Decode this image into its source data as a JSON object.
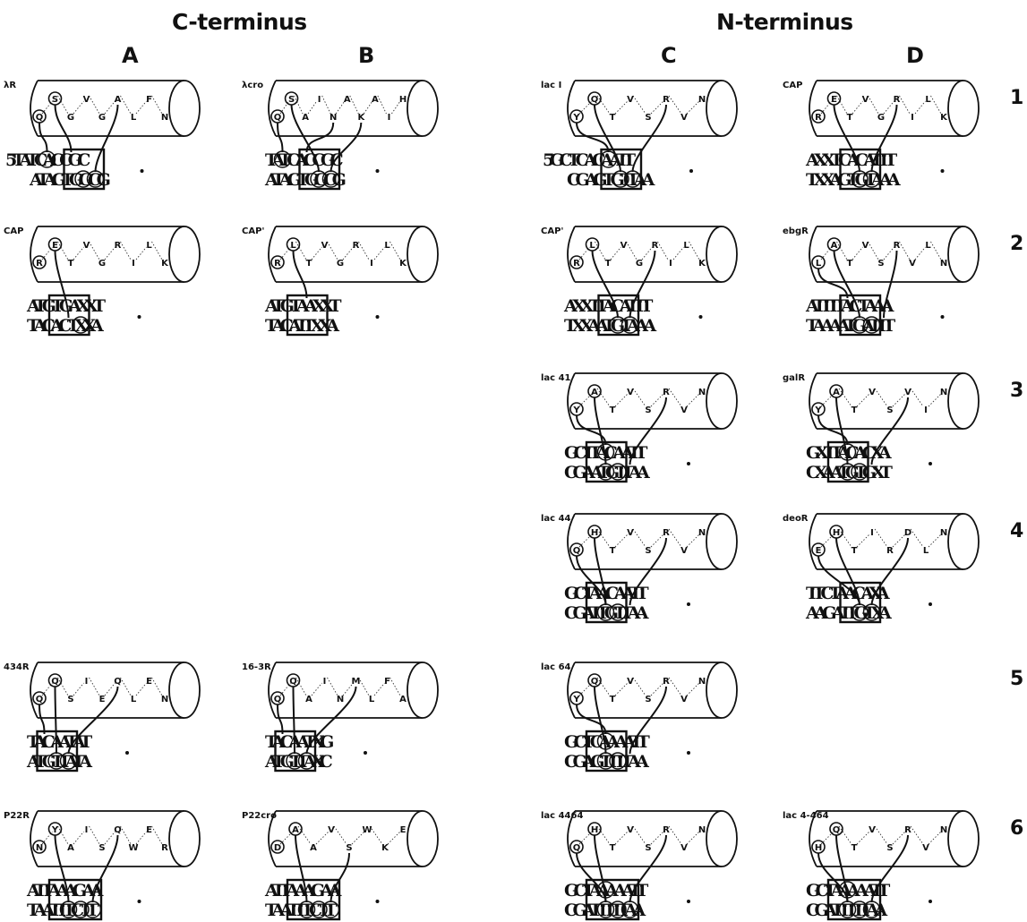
{
  "titles": {
    "c_terminus": "C-terminus",
    "n_terminus": "N-terminus"
  },
  "columns": [
    "A",
    "B",
    "C",
    "D"
  ],
  "rows": [
    "1",
    "2",
    "3",
    "4",
    "5",
    "6"
  ],
  "panels": [
    {
      "id": "lambdaR",
      "label": "λR",
      "col": 0,
      "row": 0,
      "five_prime": true,
      "residues": [
        "Q",
        "S",
        "G",
        "V",
        "G",
        "A",
        "L",
        "F",
        "N"
      ],
      "top": "5'TATCACCGC",
      "bottom": "ATAGTGGCG",
      "box": [
        3,
        6
      ],
      "top_circles": [
        1
      ],
      "bottom_circles": [
        4,
        5
      ],
      "contacts": [
        [
          0,
          "top",
          1
        ],
        [
          1,
          "top",
          3
        ],
        [
          5,
          "bottom",
          5
        ]
      ]
    },
    {
      "id": "lambdacro",
      "label": "λcro",
      "col": 1,
      "row": 0,
      "five_prime": false,
      "residues": [
        "Q",
        "S",
        "A",
        "I",
        "N",
        "A",
        "K",
        "A",
        "I",
        "H"
      ],
      "top": "TATCACCGC",
      "bottom": "ATAGTGGCG",
      "box": [
        3,
        6
      ],
      "top_circles": [
        1
      ],
      "bottom_circles": [
        4,
        5
      ],
      "contacts": [
        [
          0,
          "top",
          1
        ],
        [
          1,
          "bottom",
          4
        ],
        [
          6,
          "bottom",
          5
        ],
        [
          4,
          "top",
          3
        ]
      ]
    },
    {
      "id": "lacI",
      "label": "lac I",
      "col": 2,
      "row": 0,
      "five_prime": true,
      "residues": [
        "Y",
        "Q",
        "T",
        "V",
        "S",
        "R",
        "V",
        "N"
      ],
      "top": "5'GCTCACAATT",
      "bottom": "CGAGTGTTAA",
      "box": [
        3,
        6
      ],
      "top_circles": [
        3
      ],
      "bottom_circles": [
        4,
        5
      ],
      "contacts": [
        [
          0,
          "top",
          3
        ],
        [
          1,
          "bottom",
          4
        ],
        [
          5,
          "bottom",
          5
        ]
      ]
    },
    {
      "id": "capD1",
      "label": "CAP",
      "col": 3,
      "row": 0,
      "five_prime": false,
      "residues": [
        "R",
        "E",
        "T",
        "V",
        "G",
        "R",
        "I",
        "L",
        "K"
      ],
      "top": "AXXTCACATTT",
      "bottom": "TXXAGTGTAAA",
      "box": [
        3,
        6
      ],
      "top_circles": [],
      "bottom_circles": [
        4,
        5
      ],
      "contacts": [
        [
          1,
          "bottom",
          4
        ],
        [
          5,
          "bottom",
          5
        ]
      ]
    },
    {
      "id": "capA2",
      "label": "CAP",
      "col": 0,
      "row": 1,
      "five_prime": false,
      "residues": [
        "R",
        "E",
        "T",
        "V",
        "G",
        "R",
        "I",
        "L",
        "K"
      ],
      "top": "ATGTGAXXT",
      "bottom": "TACACTXXA",
      "box": [
        2,
        5
      ],
      "top_circles": [],
      "bottom_circles": [
        4
      ],
      "contacts": [
        [
          1,
          "bottom",
          3
        ]
      ]
    },
    {
      "id": "capPrimeB2",
      "label": "CAP'",
      "col": 1,
      "row": 1,
      "five_prime": false,
      "residues": [
        "R",
        "L",
        "T",
        "V",
        "G",
        "R",
        "I",
        "L",
        "K"
      ],
      "top": "ATGTAAXXT",
      "bottom": "TACATTXXA",
      "box": [
        2,
        5
      ],
      "top_circles": [],
      "bottom_circles": [],
      "contacts": [
        [
          1,
          "top",
          3
        ]
      ]
    },
    {
      "id": "capPrimeC2",
      "label": "CAP'",
      "col": 2,
      "row": 1,
      "five_prime": false,
      "residues": [
        "R",
        "L",
        "T",
        "V",
        "G",
        "R",
        "I",
        "L",
        "K"
      ],
      "top": "AXXTTACATTT",
      "bottom": "TXXAATGTAAA",
      "box": [
        3,
        6
      ],
      "top_circles": [],
      "bottom_circles": [
        4,
        5
      ],
      "contacts": [
        [
          1,
          "bottom",
          4
        ],
        [
          5,
          "bottom",
          5
        ]
      ]
    },
    {
      "id": "ebgR",
      "label": "ebgR",
      "col": 3,
      "row": 1,
      "five_prime": false,
      "residues": [
        "L",
        "A",
        "T",
        "V",
        "S",
        "R",
        "V",
        "L",
        "N"
      ],
      "top": "ATTTTACTAAA",
      "bottom": "TAAAATGATTT",
      "box": [
        3,
        6
      ],
      "top_circles": [],
      "bottom_circles": [
        4,
        5
      ],
      "contacts": [
        [
          0,
          "top",
          3
        ],
        [
          1,
          "bottom",
          4
        ],
        [
          5,
          "bottom",
          6
        ]
      ]
    },
    {
      "id": "lac41",
      "label": "lac 41",
      "col": 2,
      "row": 2,
      "five_prime": false,
      "residues": [
        "Y",
        "A",
        "T",
        "V",
        "S",
        "R",
        "V",
        "N"
      ],
      "top": "GCTTACAATT",
      "bottom": "CGAATGTTAA",
      "box": [
        2,
        5
      ],
      "top_circles": [
        3
      ],
      "bottom_circles": [
        3,
        4
      ],
      "contacts": [
        [
          0,
          "top",
          3
        ],
        [
          1,
          "bottom",
          3
        ],
        [
          5,
          "bottom",
          5
        ]
      ]
    },
    {
      "id": "galR",
      "label": "galR",
      "col": 3,
      "row": 2,
      "five_prime": false,
      "residues": [
        "Y",
        "A",
        "T",
        "V",
        "S",
        "V",
        "I",
        "N"
      ],
      "top": "GXTTACACXA",
      "bottom": "CXAATGTGXT",
      "box": [
        2,
        5
      ],
      "top_circles": [
        3
      ],
      "bottom_circles": [
        3,
        4
      ],
      "contacts": [
        [
          0,
          "top",
          3
        ],
        [
          1,
          "bottom",
          3
        ],
        [
          5,
          "bottom",
          5
        ]
      ]
    },
    {
      "id": "lac44",
      "label": "lac 44",
      "col": 2,
      "row": 3,
      "five_prime": false,
      "residues": [
        "Q",
        "H",
        "T",
        "V",
        "S",
        "R",
        "V",
        "N"
      ],
      "top": "GCTAACAATT",
      "bottom": "CGATTGTTAA",
      "box": [
        2,
        5
      ],
      "top_circles": [],
      "bottom_circles": [
        3,
        4
      ],
      "contacts": [
        [
          0,
          "bottom",
          3
        ],
        [
          1,
          "bottom",
          3
        ],
        [
          5,
          "bottom",
          5
        ]
      ]
    },
    {
      "id": "deoR",
      "label": "deoR",
      "col": 3,
      "row": 3,
      "five_prime": false,
      "residues": [
        "E",
        "H",
        "T",
        "I",
        "R",
        "D",
        "L",
        "N"
      ],
      "top": "TTCTAACAXA",
      "bottom": "AAGATTGTXA",
      "box": [
        3,
        6
      ],
      "top_circles": [],
      "bottom_circles": [
        4,
        5
      ],
      "contacts": [
        [
          0,
          "bottom",
          4
        ],
        [
          1,
          "bottom",
          4
        ],
        [
          5,
          "bottom",
          5
        ]
      ]
    },
    {
      "id": "r434",
      "label": "434R",
      "col": 0,
      "row": 4,
      "five_prime": false,
      "residues": [
        "Q",
        "Q",
        "S",
        "I",
        "E",
        "Q",
        "L",
        "E",
        "N"
      ],
      "top": "TACAATAT",
      "bottom": "ATGTTATA",
      "box": [
        1,
        4
      ],
      "top_circles": [],
      "bottom_circles": [
        2,
        3
      ],
      "contacts": [
        [
          0,
          "top",
          1
        ],
        [
          1,
          "bottom",
          2
        ],
        [
          5,
          "bottom",
          3
        ]
      ]
    },
    {
      "id": "r16_3",
      "label": "16-3R",
      "col": 1,
      "row": 4,
      "five_prime": false,
      "residues": [
        "Q",
        "Q",
        "A",
        "I",
        "N",
        "M",
        "L",
        "F",
        "A"
      ],
      "top": "TACAATXG",
      "bottom": "ATGTTAXC",
      "box": [
        1,
        4
      ],
      "top_circles": [],
      "bottom_circles": [
        2,
        3
      ],
      "contacts": [
        [
          0,
          "top",
          1
        ],
        [
          1,
          "bottom",
          2
        ],
        [
          5,
          "bottom",
          3
        ]
      ]
    },
    {
      "id": "lac64",
      "label": "lac 64",
      "col": 2,
      "row": 4,
      "five_prime": false,
      "residues": [
        "Y",
        "Q",
        "T",
        "V",
        "S",
        "R",
        "V",
        "N"
      ],
      "top": "GCTCAAAATT",
      "bottom": "CGAGTTTTAA",
      "box": [
        2,
        5
      ],
      "top_circles": [
        3
      ],
      "bottom_circles": [
        3,
        4
      ],
      "contacts": [
        [
          0,
          "top",
          3
        ],
        [
          1,
          "bottom",
          3
        ],
        [
          5,
          "bottom",
          5
        ]
      ]
    },
    {
      "id": "p22R",
      "label": "P22R",
      "col": 0,
      "row": 5,
      "five_prime": false,
      "residues": [
        "N",
        "Y",
        "A",
        "I",
        "S",
        "Q",
        "W",
        "E",
        "R"
      ],
      "top": "ATTAAAGAA",
      "bottom": "TAATTTCTT",
      "box": [
        2,
        6
      ],
      "top_circles": [],
      "bottom_circles": [
        3,
        4,
        5
      ],
      "contacts": [
        [
          1,
          "bottom",
          3
        ],
        [
          5,
          "bottom",
          5
        ]
      ]
    },
    {
      "id": "p22cro",
      "label": "P22cro",
      "col": 1,
      "row": 5,
      "five_prime": false,
      "residues": [
        "D",
        "A",
        "A",
        "V",
        "S",
        "W",
        "K",
        "E"
      ],
      "top": "ATTAAAGAA",
      "bottom": "TAATTTCTT",
      "box": [
        2,
        6
      ],
      "top_circles": [],
      "bottom_circles": [
        3,
        4,
        5
      ],
      "contacts": [
        [
          1,
          "bottom",
          3
        ],
        [
          4,
          "bottom",
          5
        ]
      ]
    },
    {
      "id": "lac4464",
      "label": "lac 4464",
      "col": 2,
      "row": 5,
      "five_prime": false,
      "residues": [
        "Q",
        "H",
        "T",
        "V",
        "S",
        "R",
        "V",
        "N"
      ],
      "top": "GCTAAAAATT",
      "bottom": "CGATTTTTAA",
      "box": [
        2,
        6
      ],
      "top_circles": [
        3
      ],
      "bottom_circles": [
        3,
        4,
        5
      ],
      "contacts": [
        [
          0,
          "bottom",
          3
        ],
        [
          1,
          "bottom",
          3
        ],
        [
          5,
          "bottom",
          5
        ]
      ]
    },
    {
      "id": "lac4464b",
      "label": "lac 4-464",
      "col": 3,
      "row": 5,
      "five_prime": false,
      "residues": [
        "H",
        "Q",
        "T",
        "V",
        "S",
        "R",
        "V",
        "N"
      ],
      "top": "GCTAAAAATT",
      "bottom": "CGATTTTTAA",
      "box": [
        2,
        6
      ],
      "top_circles": [
        3
      ],
      "bottom_circles": [
        3,
        4,
        5
      ],
      "contacts": [
        [
          0,
          "bottom",
          3
        ],
        [
          1,
          "bottom",
          3
        ],
        [
          5,
          "bottom",
          5
        ]
      ]
    }
  ]
}
